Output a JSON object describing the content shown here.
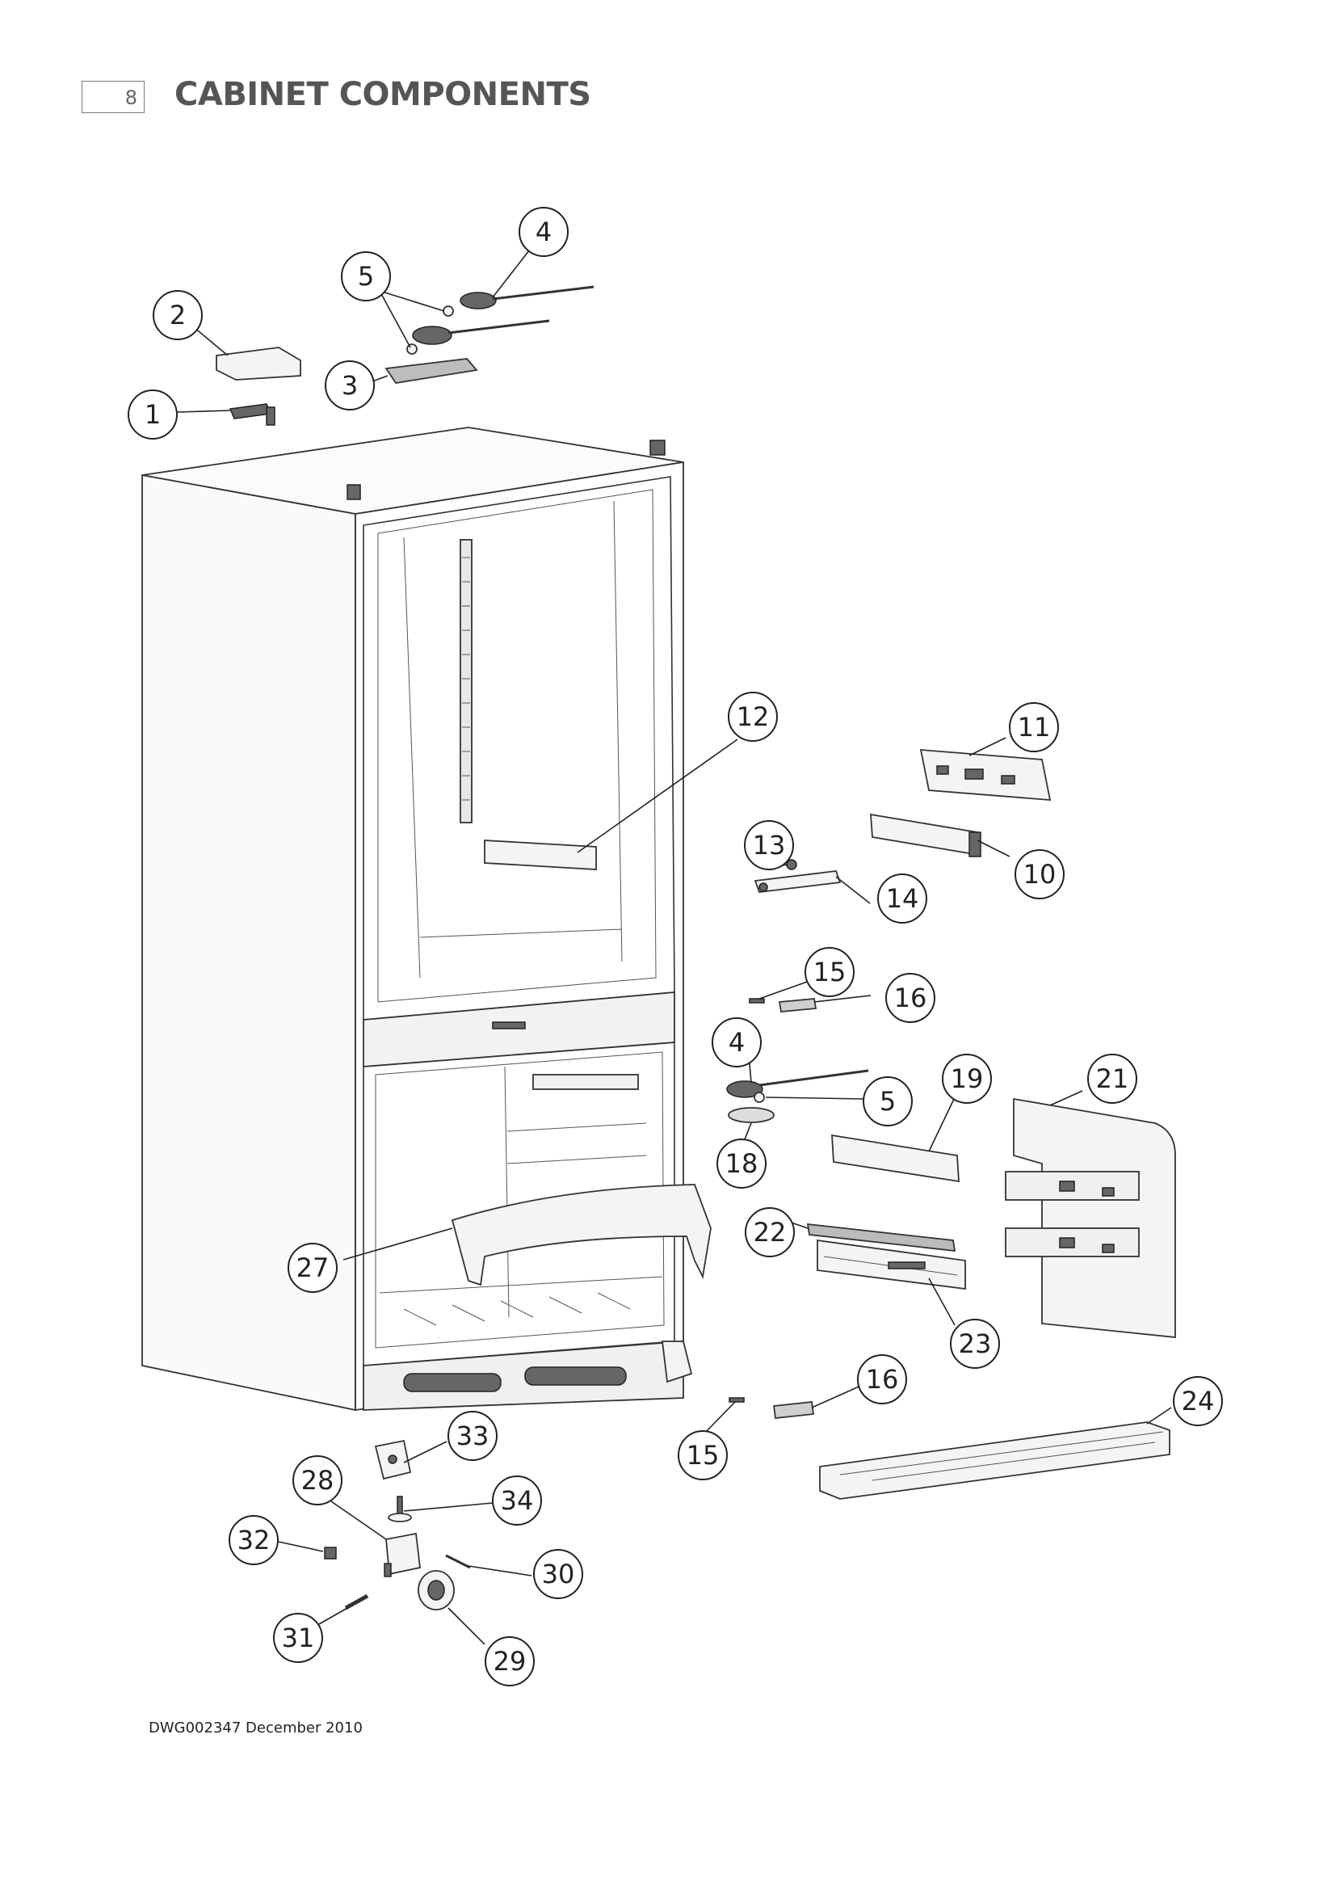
{
  "header": {
    "page_number": "8",
    "title": "CABINET COMPONENTS"
  },
  "footer": {
    "drawing_ref": "DWG002347 December 2010"
  },
  "callouts": [
    {
      "label": "1"
    },
    {
      "label": "2"
    },
    {
      "label": "3"
    },
    {
      "label": "4"
    },
    {
      "label": "5"
    },
    {
      "label": "12"
    },
    {
      "label": "11"
    },
    {
      "label": "10"
    },
    {
      "label": "13"
    },
    {
      "label": "14"
    },
    {
      "label": "15"
    },
    {
      "label": "16"
    },
    {
      "label": "4"
    },
    {
      "label": "5"
    },
    {
      "label": "19"
    },
    {
      "label": "21"
    },
    {
      "label": "18"
    },
    {
      "label": "22"
    },
    {
      "label": "27"
    },
    {
      "label": "23"
    },
    {
      "label": "16"
    },
    {
      "label": "24"
    },
    {
      "label": "15"
    },
    {
      "label": "33"
    },
    {
      "label": "28"
    },
    {
      "label": "34"
    },
    {
      "label": "32"
    },
    {
      "label": "30"
    },
    {
      "label": "31"
    },
    {
      "label": "29"
    }
  ]
}
